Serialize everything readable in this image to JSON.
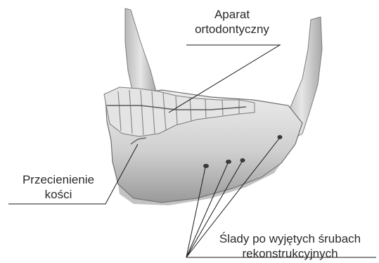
{
  "labels": {
    "aparat": [
      "Aparat",
      "ortodontyczny"
    ],
    "przecienienie": [
      "Przecienienie",
      "kości"
    ],
    "slady": [
      "Ślady po wyjętych śrubach",
      "rekonstrukcyjnych"
    ]
  },
  "colors": {
    "background": "#ffffff",
    "bone": "#d9d9d9",
    "bone_shadow": "#8f8f8f",
    "leader": "#1a1a1a",
    "text": "#2a2a2a"
  }
}
